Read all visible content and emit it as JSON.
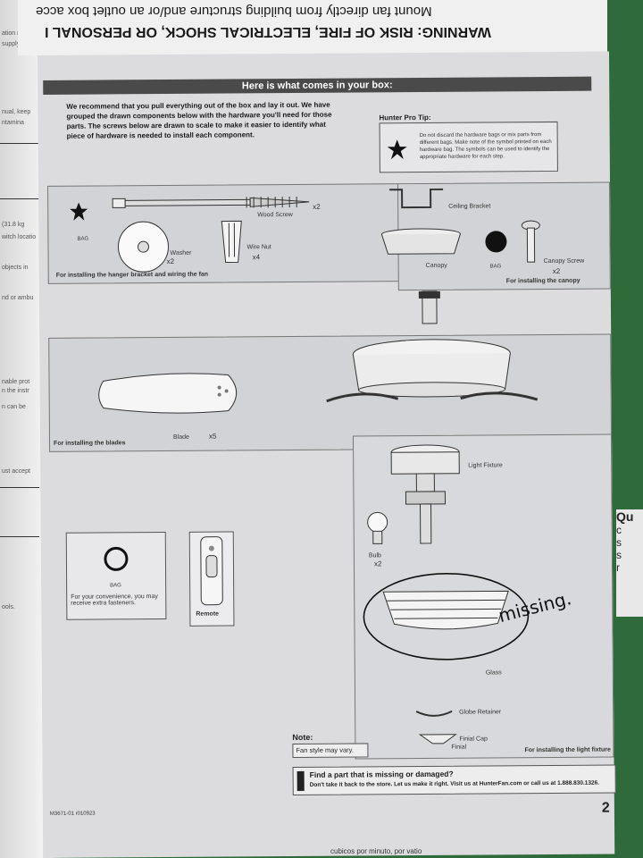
{
  "top_warning": {
    "line1": "Mount fan directly from building structure and/or an outlet box acce",
    "line2": "WARNING: RISK OF FIRE, ELECTRICAL SHOCK, OR PERSONAL I"
  },
  "header": {
    "title": "Here is what comes in your box:"
  },
  "intro": "We recommend that you pull everything out of the box and lay it out. We have grouped the drawn components below with the hardware you'll need for those parts. The screws below are drawn to scale to make it easier to identify what piece of hardware is needed to install each component.",
  "pro_tip": {
    "title": "Hunter Pro Tip:",
    "text": "Do not discard the hardware bags or mix parts from different bags. Make note of the symbol printed on each hardware bag. The symbols can be used to identify the appropriate hardware for each step."
  },
  "hanger_section": {
    "bag": "BAG",
    "wood_screw": "Wood Screw",
    "wood_screw_qty": "x2",
    "washer": "Washer",
    "washer_qty": "x2",
    "wire_nut": "Wire Nut",
    "wire_nut_qty": "x4",
    "caption": "For installing the hanger bracket and wiring the fan"
  },
  "canopy_section": {
    "ceiling_bracket": "Ceiling Bracket",
    "canopy": "Canopy",
    "bag": "BAG",
    "canopy_screw": "Canopy Screw",
    "canopy_screw_qty": "x2",
    "caption": "For installing the canopy"
  },
  "blades_section": {
    "blade": "Blade",
    "blade_qty": "x5",
    "caption": "For installing the blades"
  },
  "light_section": {
    "light_fixture": "Light Fixture",
    "bulb": "Bulb",
    "bulb_qty": "x2",
    "glass": "Glass",
    "globe_retainer": "Globe Retainer",
    "finial_cap": "Finial Cap",
    "finial": "Finial",
    "caption": "For installing the light fixture",
    "handwritten_note": "missing."
  },
  "extra_bag": {
    "bag": "BAG",
    "note": "For your convenience, you may receive extra fasteners."
  },
  "remote": {
    "label": "Remote"
  },
  "note": {
    "title": "Note:",
    "text": "Fan style may vary."
  },
  "help": {
    "title": "Find a part that is missing or damaged?",
    "text": "Don't take it back to the store. Let us make it right. Visit us at HunterFan.com or call us at 1.888.830.1326."
  },
  "footer": {
    "code": "M3671-01 r010923",
    "page_number": "2"
  },
  "left_page_fragments": [
    "ation man",
    "supply yo",
    "nual, keep",
    "ntamina",
    "(31.8 kg",
    "witch locatio",
    "objects in",
    "nd or ambu",
    "nable prot",
    "n the instr",
    "n can be",
    "ust accept",
    "ools."
  ],
  "bottom_fragments": [
    "cubicos por minuto, por vatio"
  ],
  "right_fragments": [
    "Qu",
    "c",
    "s",
    "s",
    "r"
  ]
}
